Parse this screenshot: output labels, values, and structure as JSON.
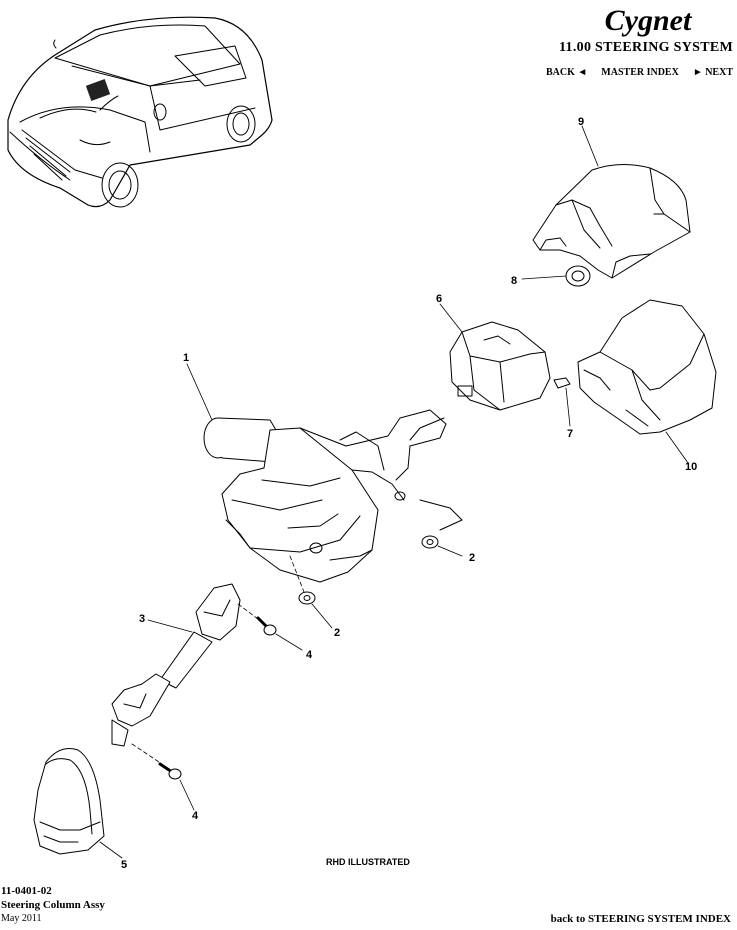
{
  "header": {
    "brand": "Cygnet",
    "section_title": "11.00 STEERING SYSTEM",
    "nav": {
      "back": "BACK ◄",
      "master_index": "MASTER INDEX",
      "next": "► NEXT"
    }
  },
  "diagram": {
    "callouts": [
      "1",
      "2",
      "2",
      "3",
      "4",
      "4",
      "5",
      "6",
      "7",
      "8",
      "9",
      "10"
    ],
    "caption": "RHD ILLUSTRATED"
  },
  "footer": {
    "part_code": "11-0401-02",
    "part_title": "Steering Column Assy",
    "date": "May 2011",
    "back_link": "back to STEERING SYSTEM INDEX"
  }
}
